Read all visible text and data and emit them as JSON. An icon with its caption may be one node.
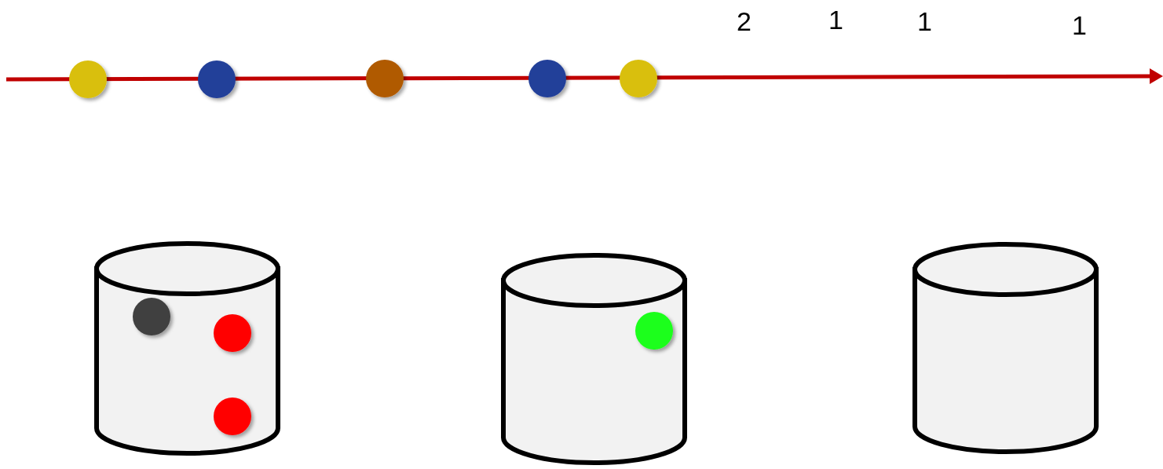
{
  "diagram": {
    "nodes": [
      {
        "text": [],
        "shape": "cylinder"
      },
      {
        "text": [],
        "shape": "cylinder"
      },
      {
        "text": [],
        "shape": "cylinder"
      }
    ],
    "labels": [
      "2",
      "1",
      "1",
      "1"
    ]
  }
}
